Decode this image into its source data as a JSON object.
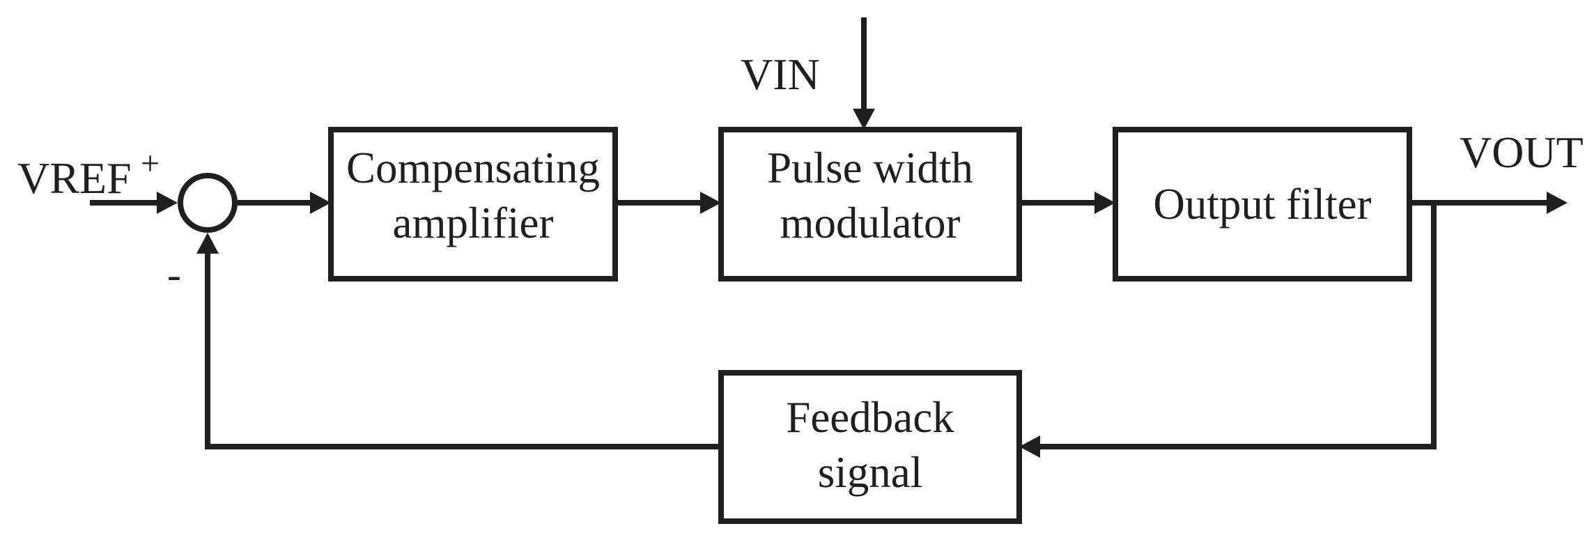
{
  "diagram": {
    "type": "control-loop-block-diagram",
    "colors": {
      "ink": "#1f1f1f",
      "background": "#ffffff"
    },
    "labels": {
      "vref": "VREF",
      "vref_sup": "+",
      "minus": "-",
      "vin": "VIN",
      "vout": "VOUT"
    },
    "blocks": {
      "compensating": {
        "line1": "Compensating",
        "line2": "amplifier"
      },
      "pwm": {
        "line1": "Pulse width",
        "line2": "modulator"
      },
      "output_filter": {
        "line1": "Output filter"
      },
      "feedback": {
        "line1": "Feedback",
        "line2": "signal"
      }
    }
  }
}
